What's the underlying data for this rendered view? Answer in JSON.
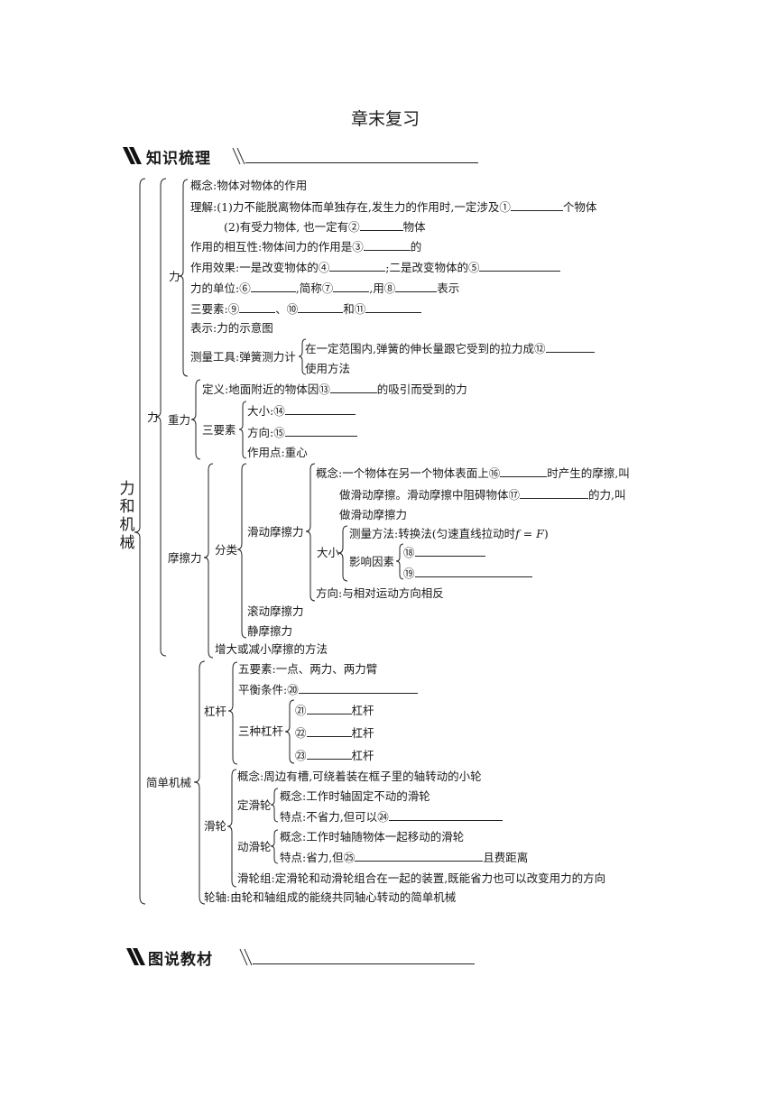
{
  "page": {
    "title": "章末复习",
    "section1": "知识梳理",
    "section2": "图说教材"
  },
  "root": "力和机械",
  "li": {
    "label": "力",
    "sub_label": "力",
    "gainian": "概念:物体对物体的作用",
    "lijie1_pre": "理解:(1)力不能脱离物体而单独存在,发生力的作用时,一定涉及",
    "n1": "①",
    "lijie1_post": "个物体",
    "lijie2_pre": "(2)有受力物体, 也一定有",
    "n2": "②",
    "lijie2_post": "物体",
    "huxiang_pre": "作用的相互性:物体间力的作用是",
    "n3": "③",
    "huxiang_post": "的",
    "xiaoguo_pre": "作用效果:一是改变物体的",
    "n4": "④",
    "xiaoguo_mid": ";二是改变物体的",
    "n5": "⑤",
    "danwei_pre": "力的单位:",
    "n6": "⑥",
    "danwei_mid1": ",简称",
    "n7": "⑦",
    "danwei_mid2": ",用",
    "n8": "⑧",
    "danwei_post": "表示",
    "sanyaosu_pre": "三要素:",
    "n9": "⑨",
    "sanyaosu_mid1": "、",
    "n10": "⑩",
    "sanyaosu_mid2": "和",
    "n11": "⑪",
    "biaoshi": "表示:力的示意图",
    "celiang": "测量工具:弹簧测力计",
    "celiang1_pre": "在一定范围内,弹簧的伸长量跟它受到的拉力成",
    "n12": "⑫",
    "celiang2": "使用方法"
  },
  "zhongli": {
    "label": "重力",
    "dingyi_pre": "定义:地面附近的物体因",
    "n13": "⑬",
    "dingyi_post": "的吸引而受到的力",
    "sanyaosu": "三要素",
    "daxiao": "大小:",
    "n14": "⑭",
    "fangxiang": "方向:",
    "n15": "⑮",
    "zuoyongdian": "作用点:重心"
  },
  "moca": {
    "label": "摩擦力",
    "fenlei": "分类",
    "huadong": "滑动摩擦力",
    "gainian1_pre": "概念:一个物体在另一个物体表面上",
    "n16": "⑯",
    "gainian1_post": "时产生的摩擦,叫",
    "gainian2_pre": "做滑动摩擦。滑动摩擦中阻碍物体",
    "n17": "⑰",
    "gainian2_post": "的力,叫",
    "gainian3": "做滑动摩擦力",
    "daxiao": "大小",
    "celiang": "测量方法:转换法(匀速直线拉动时",
    "celiang_eq": "f = F",
    "celiang_end": ")",
    "yingxiang": "影响因素",
    "n18": "⑱",
    "n19": "⑲",
    "fangxiang": "方向:与相对运动方向相反",
    "gundong": "滚动摩擦力",
    "jing": "静摩擦力",
    "zengda": "增大或减小摩擦的方法"
  },
  "jixie": {
    "label": "简单机械",
    "ganggan": "杠杆",
    "wuyaosu": "五要素:一点、两力、两力臂",
    "pingheng": "平衡条件:",
    "n20": "⑳",
    "sanzhong": "三种杠杆",
    "n21": "㉑",
    "n22": "㉒",
    "n23": "㉓",
    "gg": "杠杆",
    "hualun": "滑轮",
    "hualun_gainian": "概念:周边有槽,可绕着装在框子里的轴转动的小轮",
    "ding": "定滑轮",
    "ding_gainian": "概念:工作时轴固定不动的滑轮",
    "ding_tedian": "特点:不省力,但可以",
    "n24": "㉔",
    "dong": "动滑轮",
    "dong_gainian": "概念:工作时轴随物体一起移动的滑轮",
    "dong_tedian": "特点:省力,但",
    "n25": "㉕",
    "dong_post": "且费距离",
    "lunzu": "滑轮组:定滑轮和动滑轮组合在一起的装置,既能省力也可以改变用力的方向",
    "lunzhou": "轮轴:由轮和轴组成的能绕共同轴心转动的简单机械"
  }
}
